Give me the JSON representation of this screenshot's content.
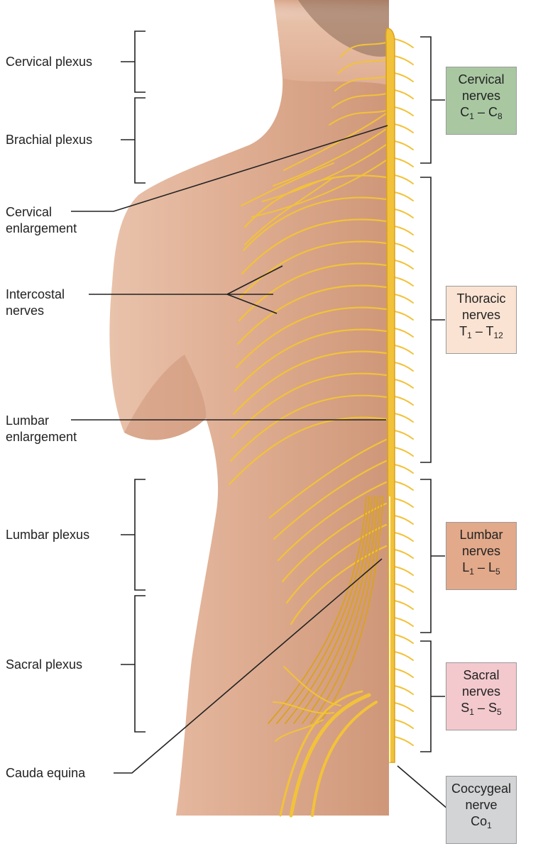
{
  "labels": {
    "cervical_plexus": "Cervical plexus",
    "brachial_plexus": "Brachial plexus",
    "cervical_enlargement_1": "Cervical",
    "cervical_enlargement_2": "enlargement",
    "intercostal_1": "Intercostal",
    "intercostal_2": "nerves",
    "lumbar_enlargement_1": "Lumbar",
    "lumbar_enlargement_2": "enlargement",
    "lumbar_plexus": "Lumbar plexus",
    "sacral_plexus": "Sacral plexus",
    "cauda_equina": "Cauda equina"
  },
  "boxes": {
    "cervical": {
      "line1": "Cervical",
      "line2": "nerves",
      "a": "C",
      "a_sub": "1",
      "sep": " – ",
      "b": "C",
      "b_sub": "8",
      "color": "#a9c8a2"
    },
    "thoracic": {
      "line1": "Thoracic",
      "line2": "nerves",
      "a": "T",
      "a_sub": "1",
      "sep": " – ",
      "b": "T",
      "b_sub": "12",
      "color": "#fbe3d3"
    },
    "lumbar": {
      "line1": "Lumbar",
      "line2": "nerves",
      "a": "L",
      "a_sub": "1",
      "sep": " – ",
      "b": "L",
      "b_sub": "5",
      "color": "#e2a98a"
    },
    "sacral": {
      "line1": "Sacral",
      "line2": "nerves",
      "a": "S",
      "a_sub": "1",
      "sep": " – ",
      "b": "S",
      "b_sub": "5",
      "color": "#f3c9cd"
    },
    "coccygeal": {
      "line1": "Coccygeal",
      "line2": "nerve",
      "a": "Co",
      "a_sub": "1",
      "color": "#d3d4d6"
    }
  },
  "colors": {
    "skin": "#deab90",
    "skin_shadow": "#c98d72",
    "hair": "#8a6a55",
    "nerve": "#f2c23a",
    "nerve_dark": "#d9a21f",
    "line": "#222222"
  }
}
